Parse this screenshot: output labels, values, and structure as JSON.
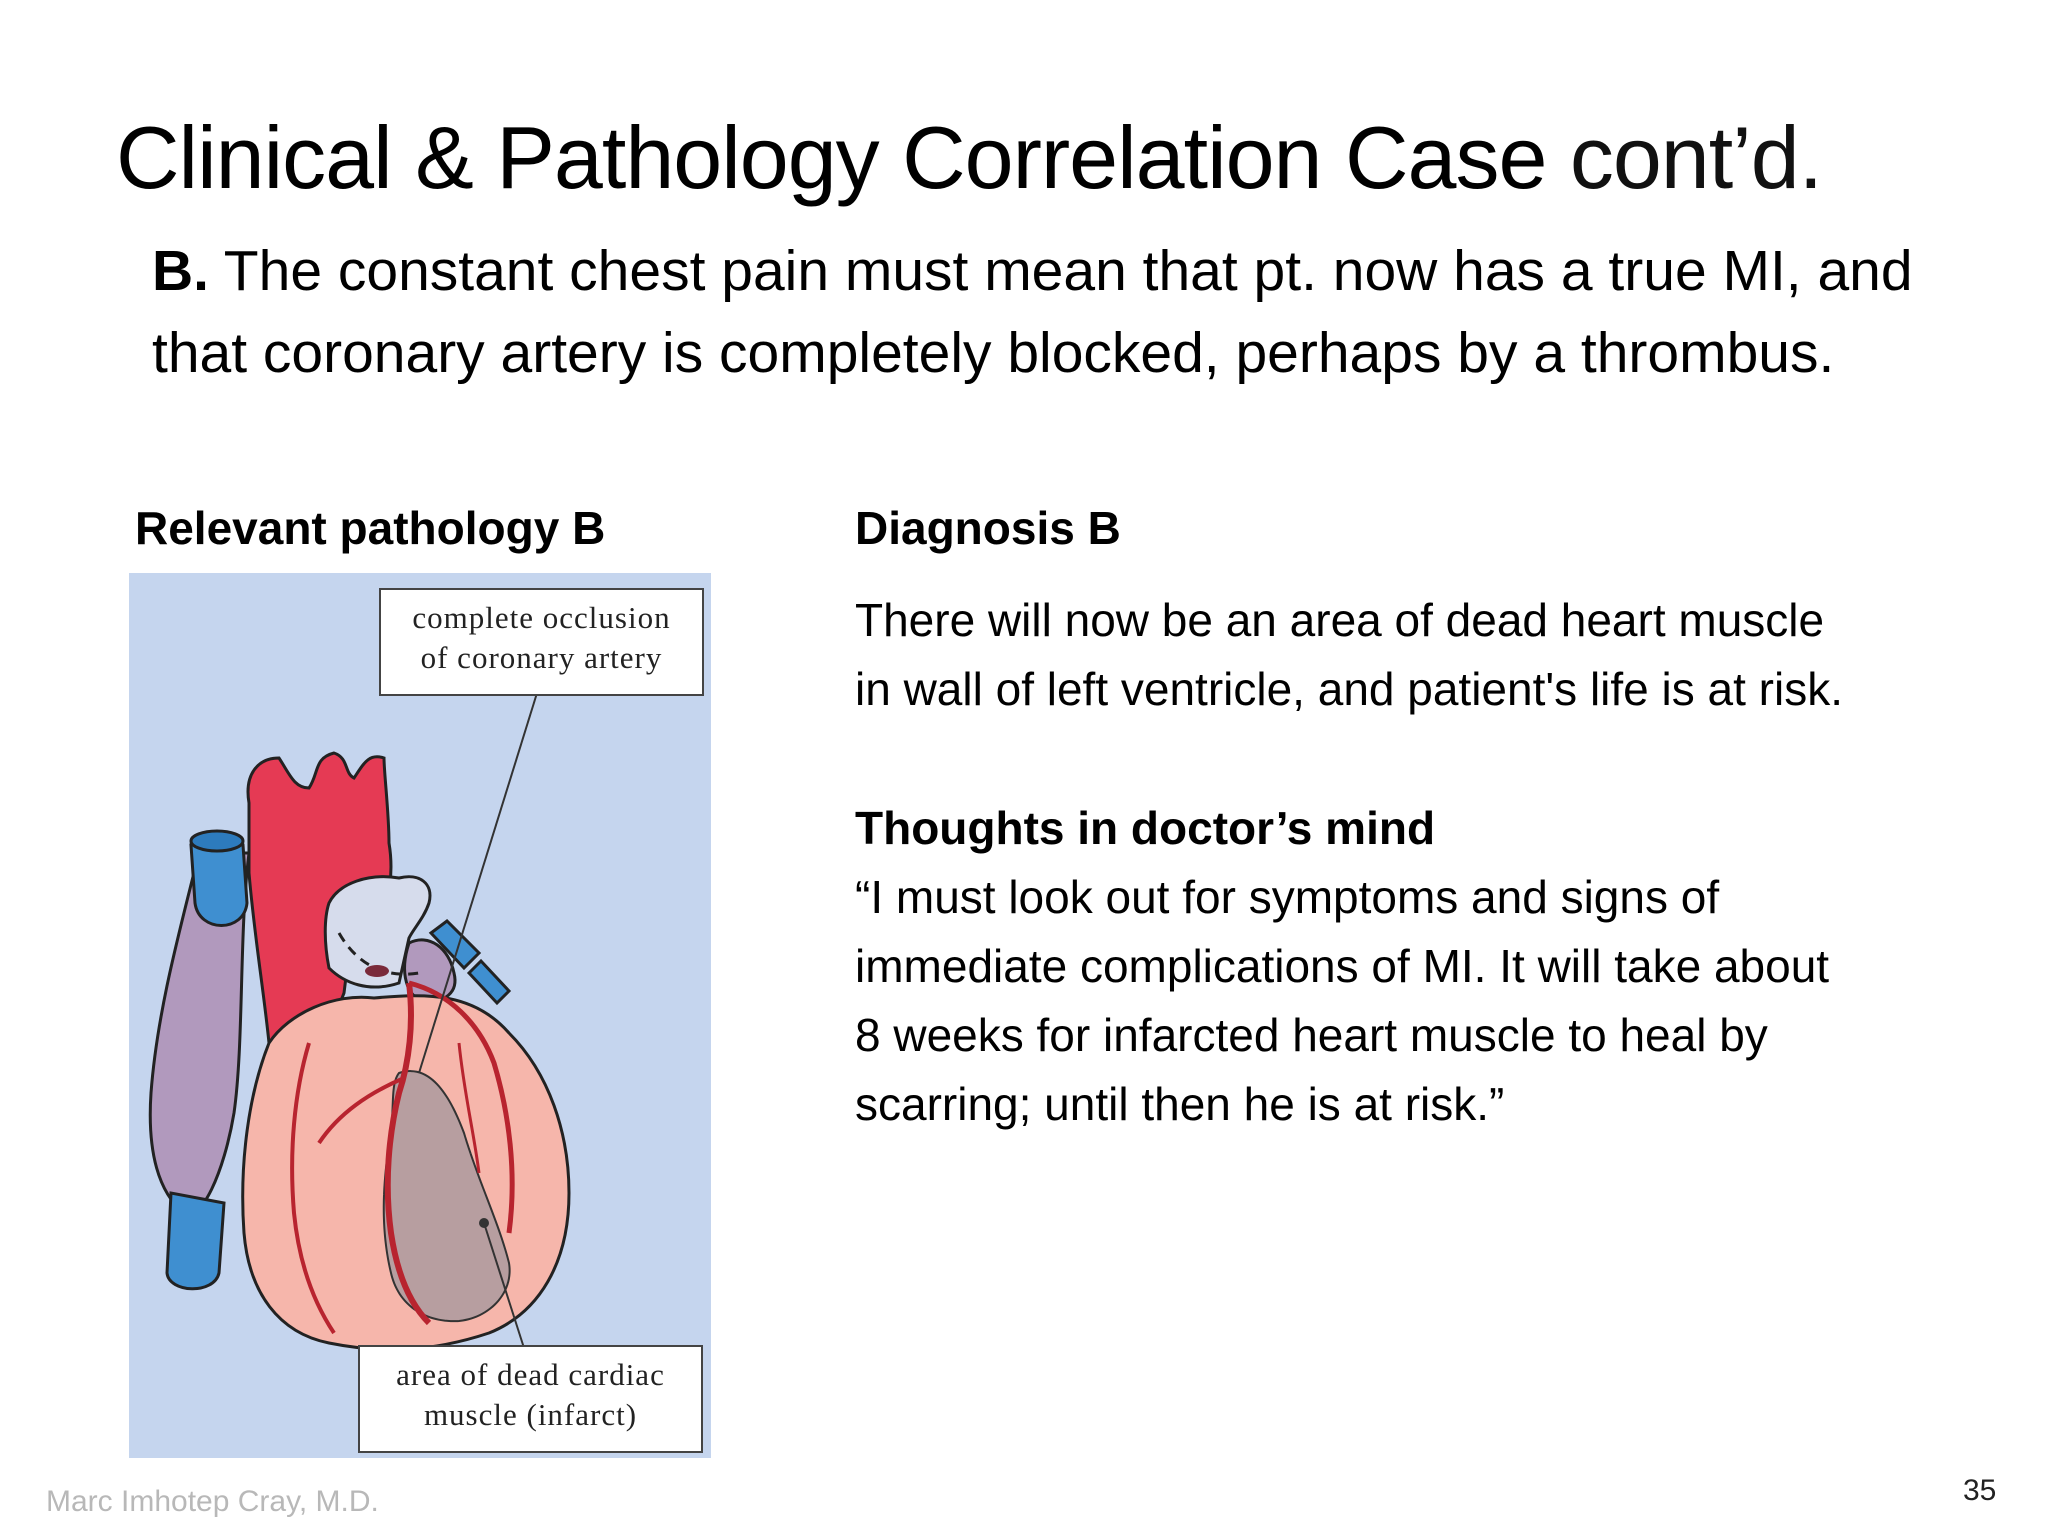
{
  "slide": {
    "title_main": "Clinical & Pathology Correlation Case",
    "title_suffix": " cont’d.",
    "intro_label": "B.",
    "intro_text": " The constant chest pain must mean that pt. now has a true MI, and that coronary artery is completely blocked, perhaps by a thrombus.",
    "left_heading": "Relevant pathology B",
    "figure": {
      "callout_top_line1": "complete occlusion",
      "callout_top_line2": "of coronary artery",
      "callout_bottom_line1": "area of dead cardiac",
      "callout_bottom_line2": "muscle (infarct)"
    },
    "diagnosis_heading": "Diagnosis B",
    "diagnosis_line1": "There will now be an area of dead heart muscle",
    "diagnosis_line2": "in wall of left ventricle, and patient's life is at risk.",
    "thoughts_heading": "Thoughts in doctor’s mind",
    "thoughts_line1": "“I must look out for symptoms and signs of",
    "thoughts_line2": "immediate complications of MI. It will take about",
    "thoughts_line3": "8 weeks for infarcted heart muscle to heal by",
    "thoughts_line4": "scarring; until then he is at risk.”",
    "footer_author": "Marc Imhotep Cray, M.D.",
    "page_number": "35",
    "colors": {
      "figure_background": "#c5d5ee",
      "aorta": "#e53a54",
      "vein": "#3f8fd0",
      "heart_muscle": "#f6b6ab",
      "infarct": "#b79ea0",
      "coronary_artery": "#b8242f"
    }
  }
}
